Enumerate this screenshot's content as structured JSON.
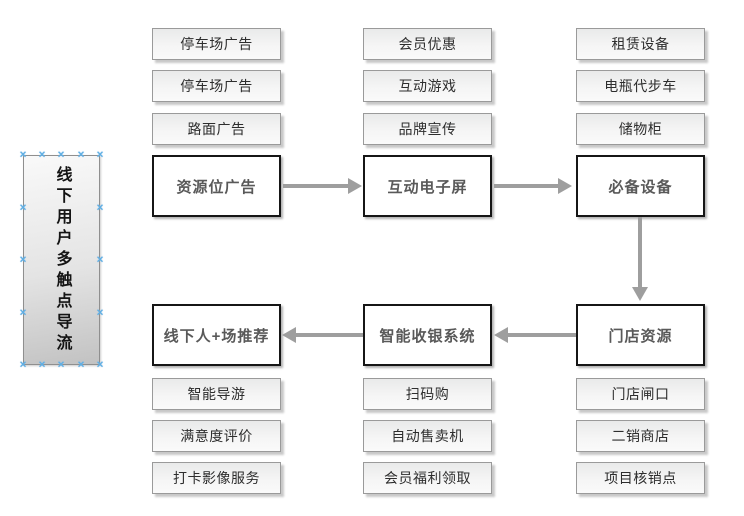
{
  "source_node": {
    "label": "线下用户多触点导流"
  },
  "columns": [
    {
      "top": [
        "停车场广告",
        "停车场广告",
        "路面广告"
      ],
      "main_top": "资源位广告",
      "main_bottom": "线下人+场推荐",
      "bottom": [
        "智能导游",
        "满意度评价",
        "打卡影像服务"
      ]
    },
    {
      "top": [
        "会员优惠",
        "互动游戏",
        "品牌宣传"
      ],
      "main_top": "互动电子屏",
      "main_bottom": "智能收银系统",
      "bottom": [
        "扫码购",
        "自动售卖机",
        "会员福利领取"
      ]
    },
    {
      "top": [
        "租赁设备",
        "电瓶代步车",
        "储物柜"
      ],
      "main_top": "必备设备",
      "main_bottom": "门店资源",
      "bottom": [
        "门店闸口",
        "二销商店",
        "项目核销点"
      ]
    }
  ],
  "edges": [
    {
      "from": "资源位广告",
      "to": "互动电子屏"
    },
    {
      "from": "互动电子屏",
      "to": "必备设备"
    },
    {
      "from": "必备设备",
      "to": "门店资源"
    },
    {
      "from": "门店资源",
      "to": "智能收银系统"
    },
    {
      "from": "智能收银系统",
      "to": "线下人+场推荐"
    }
  ],
  "icons": {
    "connection_point": "✕"
  },
  "colors": {
    "arrow": "#9e9e9e",
    "handle_blue": "#5fafe3",
    "main_border": "#161616",
    "main_text": "#595959",
    "small_border": "#9a9a9a",
    "small_fill": "#f0f0f0",
    "source_fill_top": "#f9f9f9",
    "source_fill_bottom": "#c2c2c2",
    "background": "#ffffff"
  }
}
